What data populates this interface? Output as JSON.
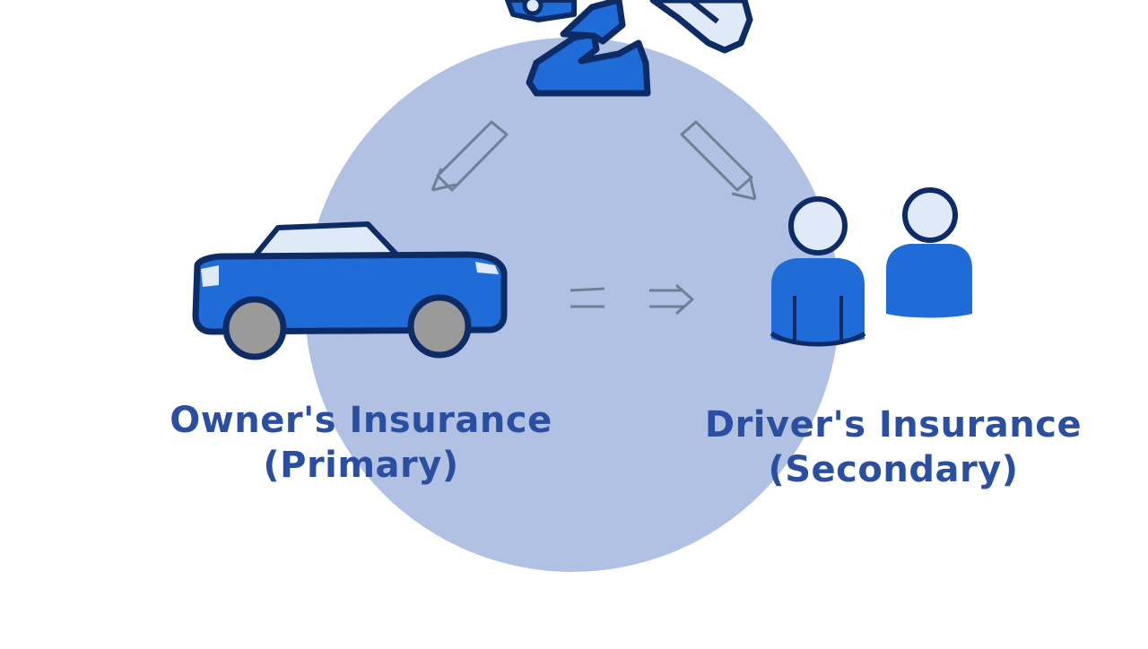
{
  "labels": {
    "owner": {
      "title": "Owner's Insurance",
      "role": "(Primary)"
    },
    "driver": {
      "title": "Driver's Insurance",
      "role": "(Secondary)"
    }
  },
  "icons": {
    "top": "hands-and-keys-icon",
    "left": "car-icon",
    "right": "two-people-icon",
    "arrows": "arrow-icon"
  },
  "colors": {
    "background": "#ffffff",
    "circle": "#b1c1e3",
    "icon_fill": "#1f6bd8",
    "icon_light": "#dfe9f8",
    "outline": "#0d2c66",
    "text": "#2a4fa0",
    "arrow": "#6f7f95",
    "wheel": "#9a9a9a"
  }
}
